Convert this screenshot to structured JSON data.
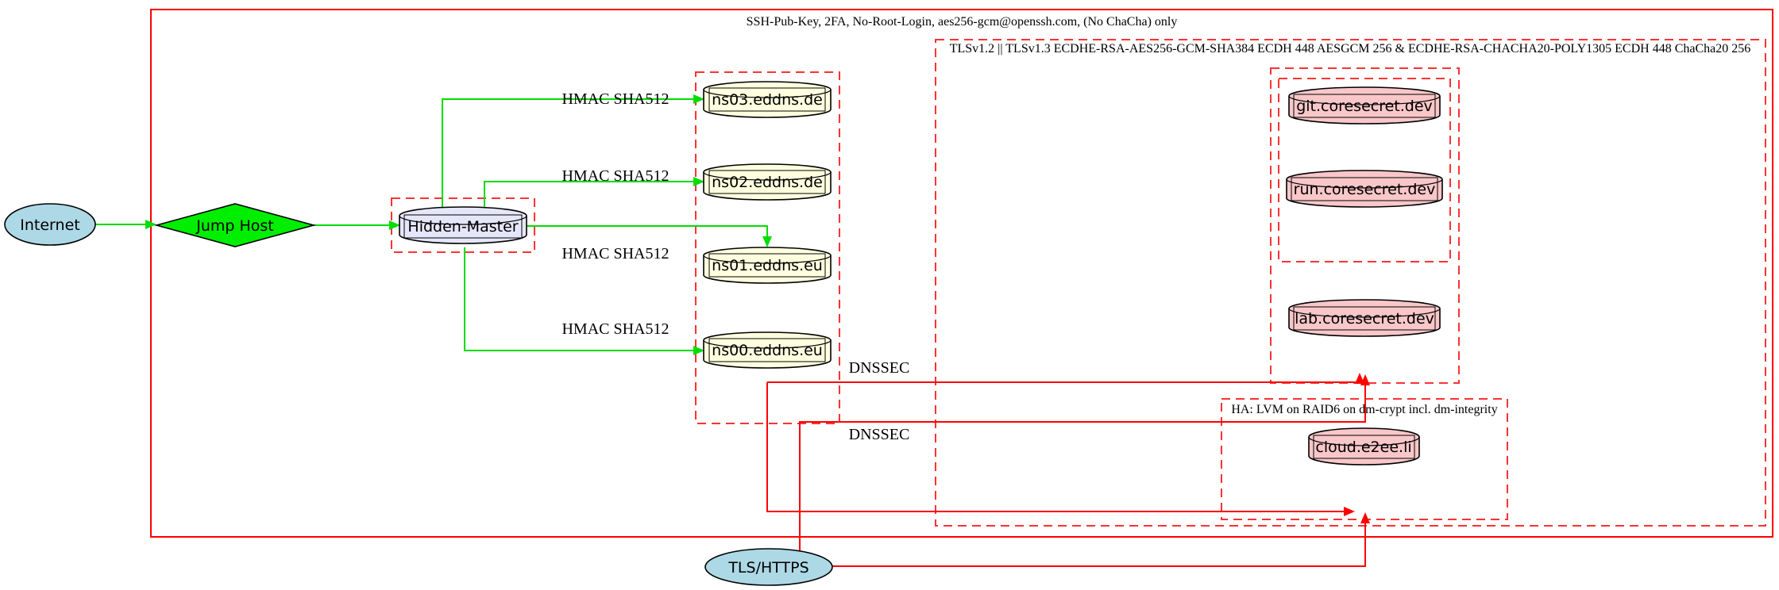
{
  "clusters": {
    "ssh": {
      "label": "SSH-Pub-Key, 2FA, No-Root-Login, aes256-gcm@openssh.com, (No ChaCha) only"
    },
    "tls": {
      "label": "TLSv1.2 || TLSv1.3 ECDHE-RSA-AES256-GCM-SHA384 ECDH 448 AESGCM 256 & ECDHE-RSA-CHACHA20-POLY1305 ECDH 448 ChaCha20 256"
    },
    "ha": {
      "label": "HA: LVM on RAID6 on dm-crypt incl. dm-integrity"
    }
  },
  "nodes": {
    "internet": {
      "label": "Internet"
    },
    "jump_host": {
      "label": "Jump Host"
    },
    "hidden_master": {
      "label": "Hidden-Master"
    },
    "ns03": {
      "label": "ns03.eddns.de"
    },
    "ns02": {
      "label": "ns02.eddns.de"
    },
    "ns01": {
      "label": "ns01.eddns.eu"
    },
    "ns00": {
      "label": "ns00.eddns.eu"
    },
    "git": {
      "label": "git.coresecret.dev"
    },
    "run": {
      "label": "run.coresecret.dev"
    },
    "lab": {
      "label": "lab.coresecret.dev"
    },
    "cloud": {
      "label": "cloud.e2ee.li"
    },
    "tls_https": {
      "label": "TLS/HTTPS"
    }
  },
  "edge_labels": {
    "hmac": "HMAC SHA512",
    "dnssec": "DNSSEC"
  },
  "colors": {
    "edge_green": "#00dd00",
    "edge_red": "#ff0000",
    "cluster_border_red": "#fb3333",
    "node_lightblue": "#add8e6",
    "node_green": "#00ee00",
    "node_lavender": "#e6e6fa",
    "node_lightyellow": "#ffffe0",
    "node_pink": "#f9c7c9",
    "outline_black": "#000000"
  }
}
